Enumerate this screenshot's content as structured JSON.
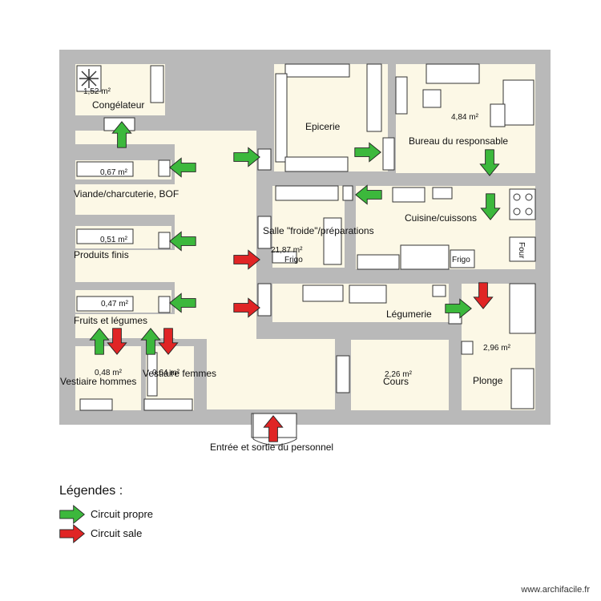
{
  "plan": {
    "rooms": {
      "congelateur": {
        "name": "Congélateur",
        "area": "1,52 m²"
      },
      "viande": {
        "name": "Viande/charcuterie, BOF",
        "area": "0,67 m²"
      },
      "produits": {
        "name": "Produits finis",
        "area": "0,51 m²"
      },
      "fruits": {
        "name": "Fruits et légumes",
        "area": "0,47 m²"
      },
      "vestiaire_hommes": {
        "name": "Vestiaire hommes",
        "area": "0,48 m²"
      },
      "vestiaire_femmes": {
        "name": "Vestiaire femmes",
        "area": "0,64 m²"
      },
      "epicerie": {
        "name": "Epicerie"
      },
      "bureau": {
        "name": "Bureau du responsable",
        "area": "4,84 m²"
      },
      "salle_froide": {
        "name": "Salle \"froide\"/préparations",
        "area": "21,87 m²"
      },
      "cuisine": {
        "name": "Cuisine/cuissons"
      },
      "legumerie": {
        "name": "Légumerie"
      },
      "cours": {
        "name": "Cours",
        "area": "2,26 m²"
      },
      "plonge": {
        "name": "Plonge",
        "area": "2,96 m²"
      }
    },
    "fixtures": {
      "frigo1": "Frigo",
      "frigo2": "Frigo",
      "four": "Four"
    },
    "entrance": "Entrée et sortie du personnel"
  },
  "legend": {
    "title": "Légendes :",
    "clean": {
      "label": "Circuit propre",
      "color": "#3cb83c"
    },
    "dirty": {
      "label": "Circuit sale",
      "color": "#e02525"
    }
  },
  "colors": {
    "wall": "#b9b9b9",
    "floor": "#fcf8e6"
  },
  "credit": "www.archifacile.fr"
}
